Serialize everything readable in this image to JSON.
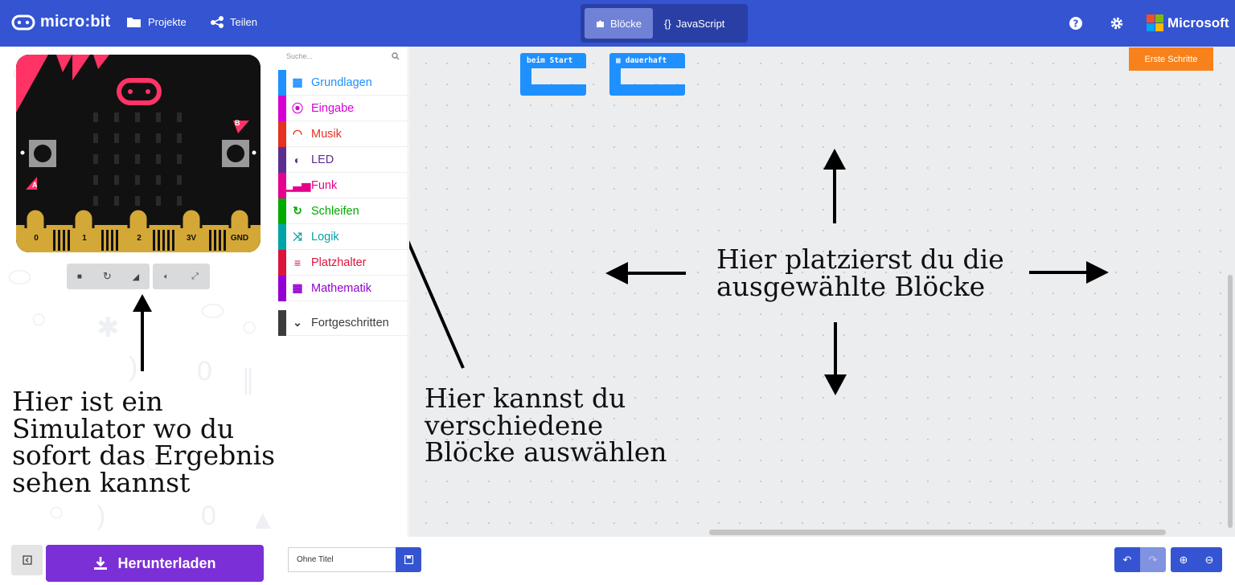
{
  "header": {
    "logo_text": "micro:bit",
    "projects_label": "Projekte",
    "share_label": "Teilen",
    "mode_blocks_label": "Blöcke",
    "mode_js_label": "JavaScript",
    "ms_label": "Microsoft"
  },
  "simulator": {
    "pins": [
      "0",
      "1",
      "2",
      "3V",
      "GND"
    ],
    "button_a": "A",
    "button_b": "B"
  },
  "toolbox": {
    "search_placeholder": "Suche...",
    "categories": [
      {
        "label": "Grundlagen",
        "color": "#1e90ff",
        "icon": "grid-icon"
      },
      {
        "label": "Eingabe",
        "color": "#d400d4",
        "icon": "target-icon"
      },
      {
        "label": "Musik",
        "color": "#e63022",
        "icon": "headphones-icon"
      },
      {
        "label": "LED",
        "color": "#5c2d91",
        "icon": "toggle-icon"
      },
      {
        "label": "Funk",
        "color": "#e3008c",
        "icon": "signal-icon"
      },
      {
        "label": "Schleifen",
        "color": "#00aa00",
        "icon": "loop-icon"
      },
      {
        "label": "Logik",
        "color": "#00a4a6",
        "icon": "shuffle-icon"
      },
      {
        "label": "Platzhalter",
        "color": "#dc143c",
        "icon": "lines-icon"
      },
      {
        "label": "Mathematik",
        "color": "#9400d3",
        "icon": "calculator-icon"
      },
      {
        "label": "Fortgeschritten",
        "color": "#3c3c3c",
        "icon": "chevron-down-icon"
      }
    ]
  },
  "workspace": {
    "block_start": "beim Start",
    "block_forever": "dauerhaft",
    "get_started_label": "Erste Schritte",
    "annotation_workspace": "Hier platzierst du die ausgewählte Blöcke",
    "annotation_toolbox": "Hier kannst du verschiedene Blöcke auswählen",
    "annotation_simulator": "Hier ist ein Simulator wo du sofort das Ergebnis sehen kannst"
  },
  "bottom": {
    "download_label": "Herunterladen",
    "project_name_placeholder": "Ohne Titel"
  }
}
